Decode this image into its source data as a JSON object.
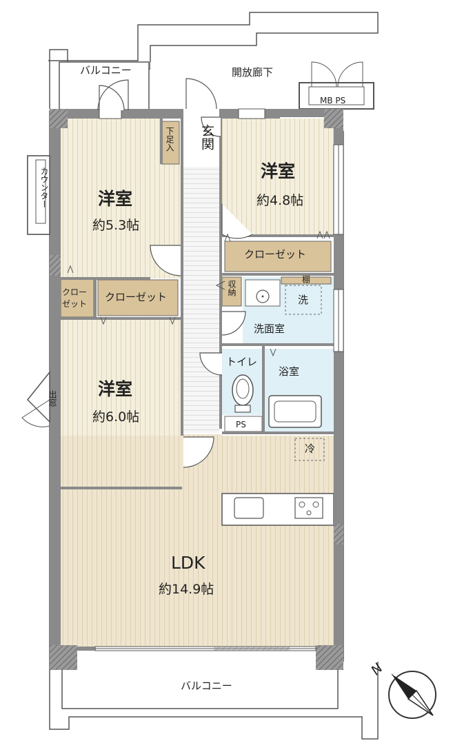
{
  "rooms": {
    "room_nw": {
      "name": "洋室",
      "size": "約5.3帖"
    },
    "room_ne": {
      "name": "洋室",
      "size": "約4.8帖"
    },
    "room_w": {
      "name": "洋室",
      "size": "約6.0帖"
    },
    "ldk": {
      "name": "LDK",
      "size": "約14.9帖"
    }
  },
  "labels": {
    "balcony_top": "バルコニー",
    "corridor": "開放廊下",
    "mbps": "MB PS",
    "entrance": "玄関",
    "shoe_storage": "下足入",
    "counter": "カウンター",
    "closet_ne": "クローゼット",
    "closet_small": "クローゼット",
    "closet_mid": "クローゼット",
    "storage": "収納",
    "shelf": "棚",
    "washer": "洗",
    "washroom": "洗面室",
    "toilet": "トイレ",
    "bath": "浴室",
    "ps": "PS",
    "fridge": "冷",
    "bay_window": "出窓",
    "balcony_bottom": "バルコニー"
  },
  "compass": {
    "letter": "N"
  },
  "colors": {
    "wall": "#8a8a8a",
    "floor_room": "#f4efdd",
    "floor_ldk": "#efe5cf",
    "closet": "#d9c39b",
    "wet_area": "#dff0f6",
    "hall": "#f7f7f7"
  }
}
